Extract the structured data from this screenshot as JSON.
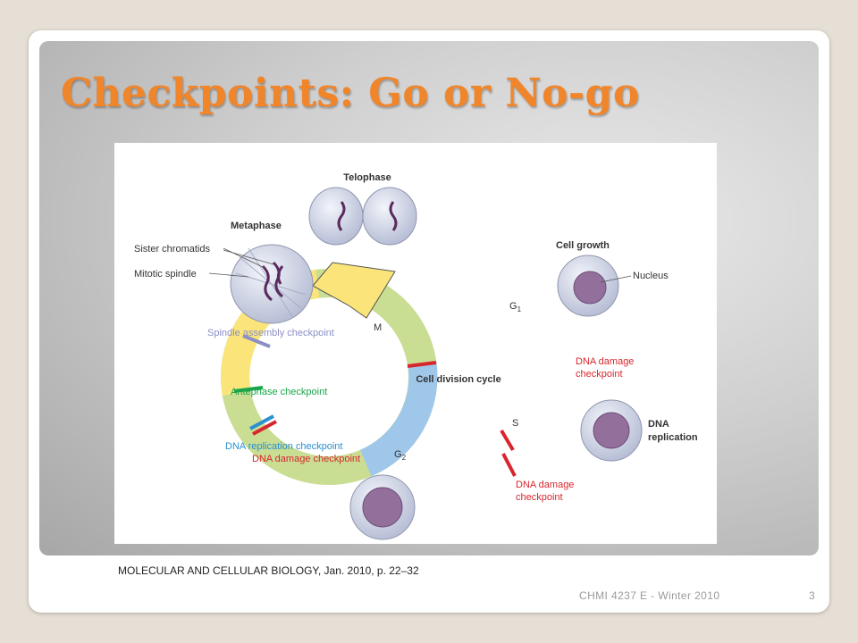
{
  "slide": {
    "title": "Checkpoints: Go or No-go",
    "citation": "MOLECULAR AND CELLULAR BIOLOGY, Jan. 2010, p. 22–32",
    "footer": "CHMI 4237 E - Winter 2010",
    "page_number": "3"
  },
  "diagram": {
    "center_label": "Cell division cycle",
    "phases": {
      "telophase": "Telophase",
      "metaphase": "Metaphase",
      "cell_growth": "Cell growth",
      "dna_replication_line1": "DNA",
      "dna_replication_line2": "replication"
    },
    "callouts": {
      "sister_chromatids": "Sister chromatids",
      "mitotic_spindle": "Mitotic spindle",
      "nucleus": "Nucleus"
    },
    "segments": {
      "m": "M",
      "g1": "G",
      "g1_sub": "1",
      "s": "S",
      "g2": "G",
      "g2_sub": "2"
    },
    "checkpoints": {
      "spindle_assembly": "Spindle assembly checkpoint",
      "antephase": "Antephase checkpoint",
      "dna_replication": "DNA replication checkpoint",
      "dna_damage_g2": "DNA damage checkpoint",
      "dna_damage_g1_line1": "DNA damage",
      "dna_damage_g1_line2": "checkpoint",
      "dna_damage_s_line1": "DNA damage",
      "dna_damage_s_line2": "checkpoint"
    },
    "colors": {
      "m_segment": "#fbe57a",
      "g_segment": "#c9dd93",
      "s_segment": "#9fc7ea",
      "dna_damage": "#d8262e",
      "dna_replication": "#2b8fd0",
      "antephase": "#1aa54b",
      "spindle_assembly": "#8c8fc6",
      "title": "#f0852a"
    }
  }
}
